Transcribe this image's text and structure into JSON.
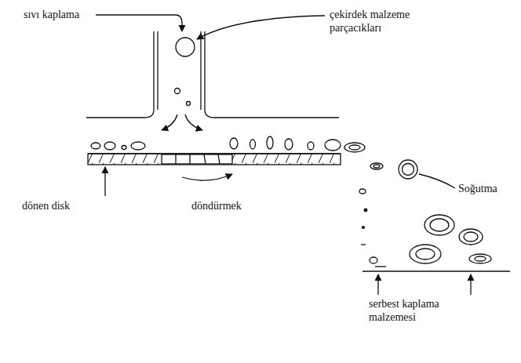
{
  "diagram": {
    "labels": [
      "sıvı kaplama",
      "çekirdek malzeme parçacıkları",
      "dönen disk",
      "döndürmek",
      "Soğutma",
      "serbest kaplama malzemesi"
    ]
  }
}
